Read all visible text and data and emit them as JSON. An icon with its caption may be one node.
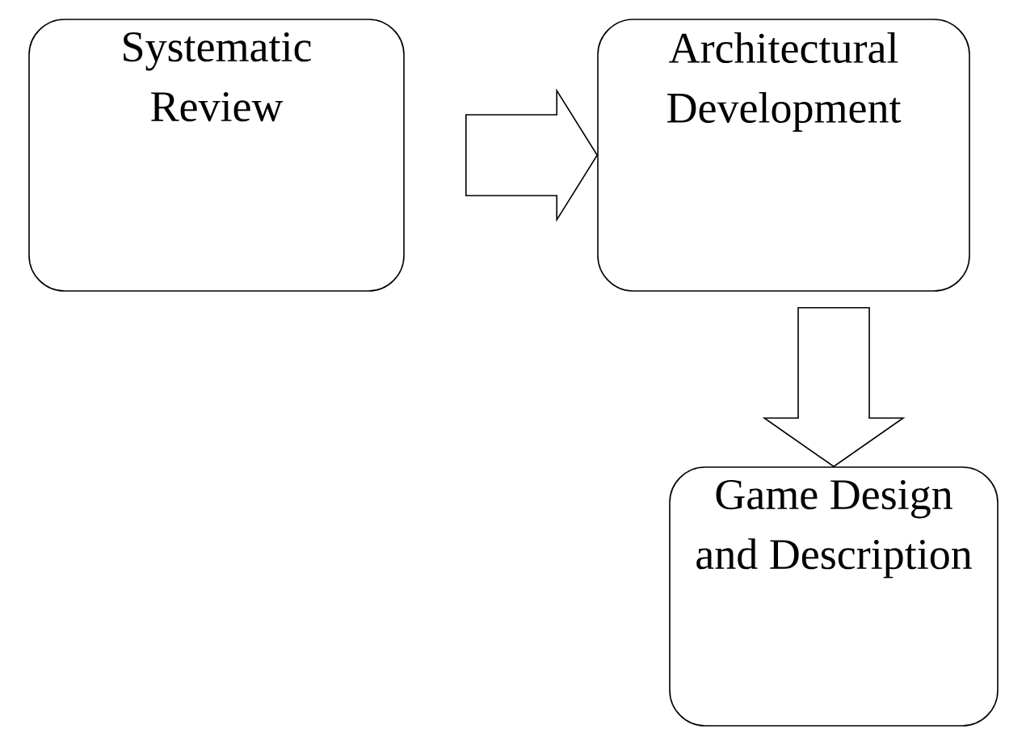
{
  "diagram": {
    "nodes": [
      {
        "text": [
          "Systematic Review"
        ]
      },
      {
        "text": [
          "Architectural Development"
        ]
      },
      {
        "text": [
          "Game Design and Description"
        ]
      }
    ],
    "edges": [
      {
        "from": 0,
        "to": 1,
        "arrow": "to"
      },
      {
        "from": 1,
        "to": 2,
        "arrow": "to"
      }
    ]
  }
}
